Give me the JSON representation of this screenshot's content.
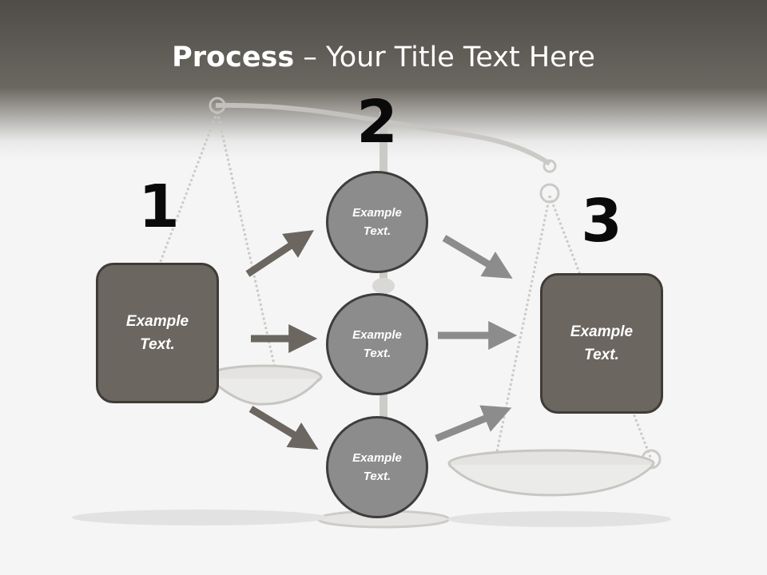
{
  "title": {
    "bold": "Process",
    "rest": " – Your Title Text Here"
  },
  "steps": [
    {
      "number": "1",
      "text": "Example Text."
    },
    {
      "number": "2",
      "items": [
        "Example Text.",
        "Example Text.",
        "Example Text."
      ]
    },
    {
      "number": "3",
      "text": "Example Text."
    }
  ],
  "colors": {
    "header": "#5e5a54",
    "box_fill": "#6b665f",
    "circle_fill": "#8c8c8c",
    "arrow_dark": "#6b665f",
    "arrow_light": "#8c8c8c"
  },
  "background_image": "scales-of-justice"
}
